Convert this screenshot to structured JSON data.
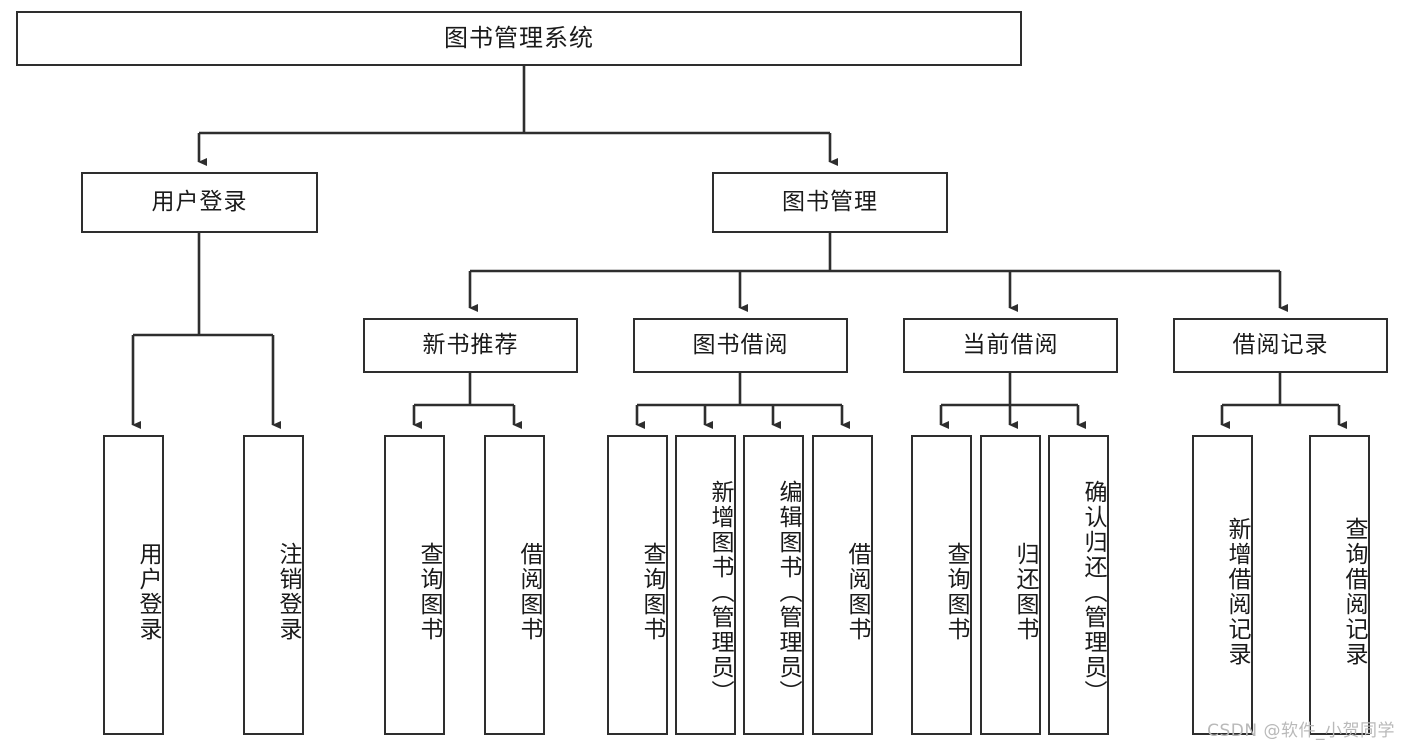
{
  "diagram": {
    "title": "图书管理系统",
    "type": "tree-hierarchy",
    "levels": 4,
    "colors": {
      "stroke": "#2e2e2e",
      "fill": "#ffffff",
      "text": "#1a1a1a",
      "watermark": "#b9b9b9"
    },
    "nodes": {
      "root": {
        "label": "图书管理系统"
      },
      "level2": [
        {
          "id": "user-login",
          "label": "用户登录"
        },
        {
          "id": "book-management",
          "label": "图书管理"
        }
      ],
      "level3": [
        {
          "id": "new-book-recommend",
          "label": "新书推荐"
        },
        {
          "id": "book-borrow",
          "label": "图书借阅"
        },
        {
          "id": "current-borrow",
          "label": "当前借阅"
        },
        {
          "id": "borrow-record",
          "label": "借阅记录"
        }
      ],
      "leaves": {
        "user_login": [
          {
            "id": "leaf-user-login",
            "label": "用户登录"
          },
          {
            "id": "leaf-user-logout",
            "label": "注销登录"
          }
        ],
        "new_book_recommend": [
          {
            "id": "leaf-query-book-1",
            "label": "查询图书"
          },
          {
            "id": "leaf-borrow-book-1",
            "label": "借阅图书"
          }
        ],
        "book_borrow": [
          {
            "id": "leaf-query-book-2",
            "label": "查询图书"
          },
          {
            "id": "leaf-add-book",
            "label": "新增图书（管理员）"
          },
          {
            "id": "leaf-edit-book",
            "label": "编辑图书（管理员）"
          },
          {
            "id": "leaf-borrow-book-2",
            "label": "借阅图书"
          }
        ],
        "current_borrow": [
          {
            "id": "leaf-query-book-3",
            "label": "查询图书"
          },
          {
            "id": "leaf-return-book",
            "label": "归还图书"
          },
          {
            "id": "leaf-confirm-return",
            "label": "确认归还（管理员）"
          }
        ],
        "borrow_record": [
          {
            "id": "leaf-add-record",
            "label": "新增借阅记录"
          },
          {
            "id": "leaf-query-record",
            "label": "查询借阅记录"
          }
        ]
      }
    },
    "watermark": "CSDN @软件_小贺同学"
  }
}
